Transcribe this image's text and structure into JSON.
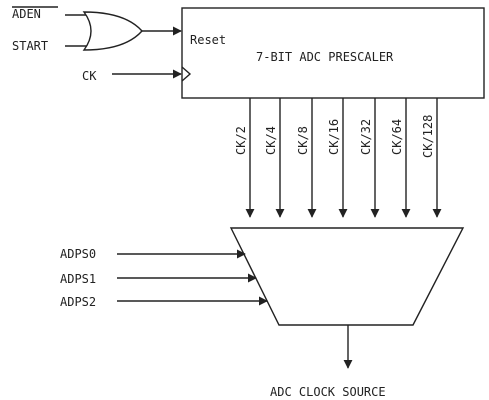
{
  "inputs": {
    "aden": "ADEN",
    "start": "START",
    "ck": "CK"
  },
  "prescaler": {
    "title": "7-BIT ADC PRESCALER",
    "reset_label": "Reset"
  },
  "taps": [
    "CK/2",
    "CK/4",
    "CK/8",
    "CK/16",
    "CK/32",
    "CK/64",
    "CK/128"
  ],
  "mux_selects": [
    "ADPS0",
    "ADPS1",
    "ADPS2"
  ],
  "output_label": "ADC CLOCK SOURCE"
}
